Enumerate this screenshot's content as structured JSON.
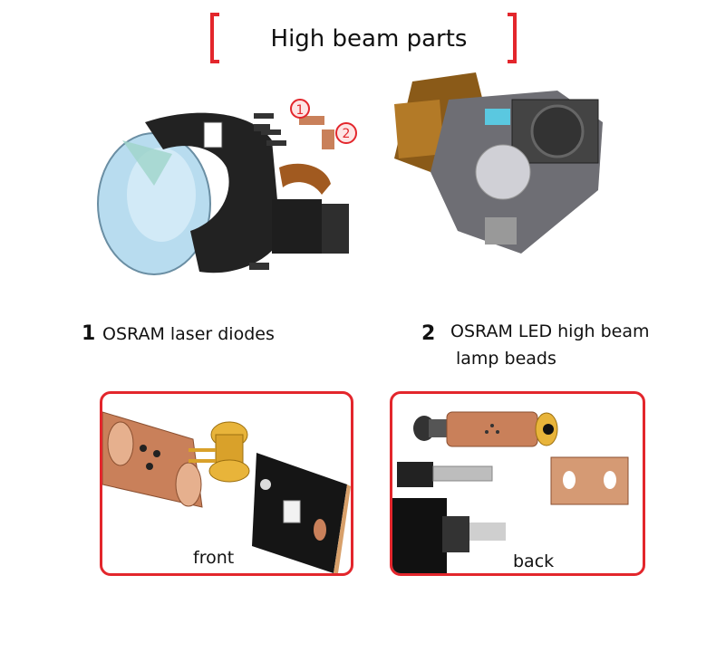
{
  "title": "High beam parts",
  "callouts": [
    {
      "number": "1"
    },
    {
      "number": "2"
    }
  ],
  "items": [
    {
      "number": "1",
      "label": "OSRAM laser diodes"
    },
    {
      "number": "2",
      "label_line1": "OSRAM LED high beam",
      "label_line2": "lamp beads"
    }
  ],
  "panels": [
    {
      "caption": "front"
    },
    {
      "caption": "back"
    }
  ],
  "colors": {
    "accent": "#e3262c",
    "copper": "#c9805a",
    "gold": "#d9a12a"
  }
}
